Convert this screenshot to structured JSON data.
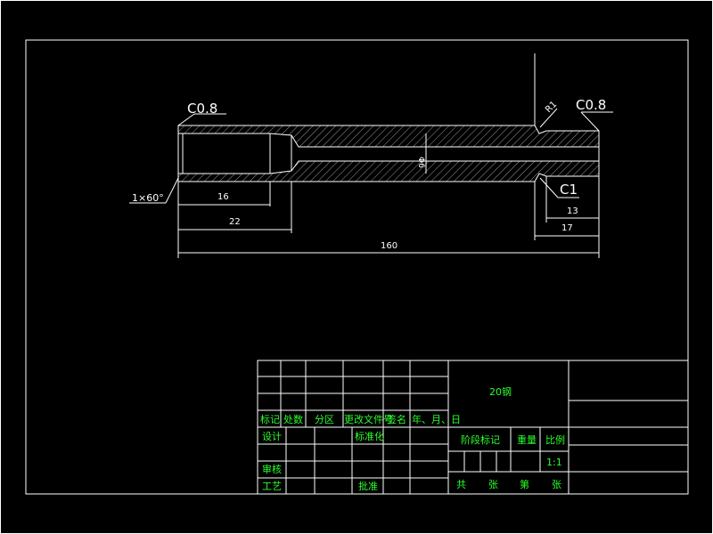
{
  "drawing": {
    "chamfer_left": "C0.8",
    "chamfer_right": "C0.8",
    "chamfer_c1": "C1",
    "radius": "R1",
    "thread_callout": "1×60°",
    "dim_16": "16",
    "dim_22": "22",
    "dim_160": "160",
    "dim_13": "13",
    "dim_17": "17",
    "dim_bore": "Φ6",
    "line_color": "#ffffff",
    "text_color": "#2aff2a"
  },
  "title_block": {
    "material": "20钢",
    "hdr_mark": "标记",
    "hdr_count": "处数",
    "hdr_zone": "分区",
    "hdr_changedoc": "更改文件号",
    "hdr_sign": "签名",
    "hdr_date": "年、月、日",
    "design": "设计",
    "standardize": "标准化",
    "review": "审核",
    "process": "工艺",
    "approve": "批准",
    "stage_mark": "阶段标记",
    "weight": "重量",
    "scale": "比例",
    "scale_value": "1:1",
    "total": "共",
    "sheets": "张",
    "sheet_no": "第",
    "sheet_unit": "张"
  }
}
